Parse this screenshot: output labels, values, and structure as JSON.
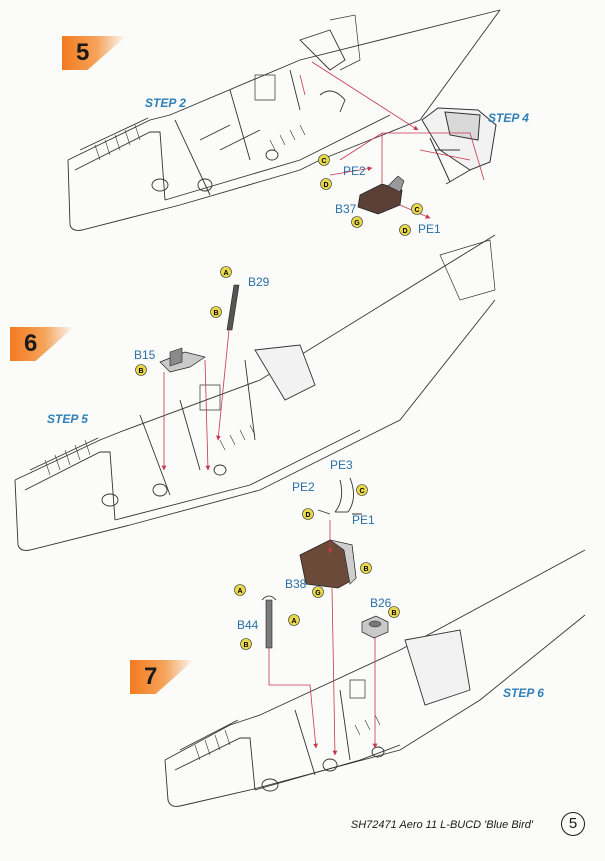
{
  "steps": [
    {
      "number": "5",
      "ref": "STEP 2",
      "ref2": "STEP 4"
    },
    {
      "number": "6",
      "ref": "STEP 5"
    },
    {
      "number": "7",
      "ref": "STEP 6"
    }
  ],
  "parts": {
    "s5": [
      "PE2",
      "B37",
      "PE1"
    ],
    "s6": [
      "B29",
      "B15"
    ],
    "s7": [
      "PE3",
      "PE2",
      "PE1",
      "B38",
      "B26",
      "B44"
    ]
  },
  "callouts": {
    "a": "A",
    "b": "B",
    "c": "C",
    "d": "D",
    "g": "G"
  },
  "footer": {
    "title": "SH72471 Aero 11 L-BUCD 'Blue Bird'",
    "page": "5"
  },
  "colors": {
    "accent": "#f37a1f",
    "label": "#2f7fb8",
    "arrow": "#c8374b",
    "seat": "#6b4a3a"
  }
}
